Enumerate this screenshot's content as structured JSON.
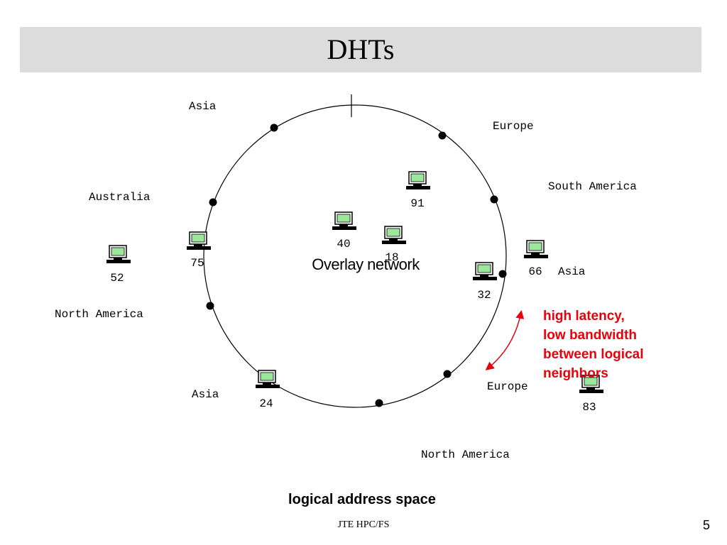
{
  "title": "DHTs",
  "region_labels": {
    "asia_top": "Asia",
    "europe_top": "Europe",
    "south_america": "South America",
    "australia": "Australia",
    "north_america_left": "North America",
    "asia_right": "Asia",
    "asia_bottom": "Asia",
    "europe_bottom": "Europe",
    "north_america_bottom": "North America"
  },
  "nodes": {
    "n91": "91",
    "n40": "40",
    "n18": "18",
    "n75": "75",
    "n52": "52",
    "n66": "66",
    "n32": "32",
    "n24": "24",
    "n83": "83"
  },
  "overlay_label": "Overlay network",
  "note": {
    "line1": "high latency,",
    "line2": "low bandwidth",
    "line3": "between logical",
    "line4": "neighbors"
  },
  "caption": "logical address space",
  "footer": "JTE HPC/FS",
  "page_number": "5",
  "colors": {
    "title_bar": "#dcdcdc",
    "note": "#e8000b",
    "computer_screen": "#9be89b",
    "ring": "#000000"
  }
}
